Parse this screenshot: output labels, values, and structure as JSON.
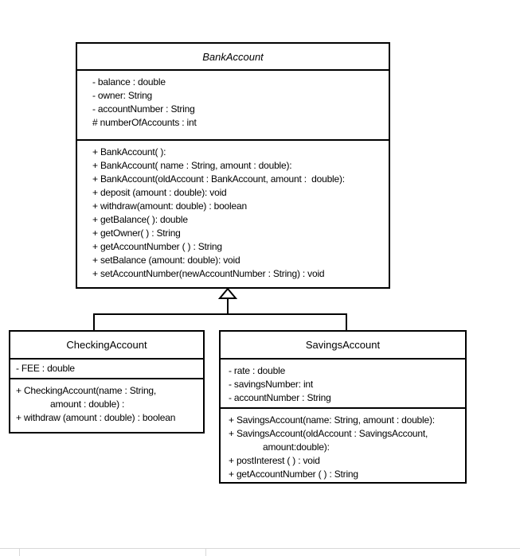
{
  "diagram": {
    "classes": {
      "bank_account": {
        "name": "BankAccount",
        "attributes": [
          "- balance : double",
          "- owner: String",
          "- accountNumber : String",
          "# numberOfAccounts : int"
        ],
        "methods": [
          "+ BankAccount( ):",
          "+ BankAccount( name : String, amount : double):",
          "+ BankAccount(oldAccount : BankAccount, amount :  double):",
          "+ deposit (amount : double): void",
          "+ withdraw(amount: double) : boolean",
          "+ getBalance( ): double",
          "+ getOwner( ) : String",
          "+ getAccountNumber ( ) : String",
          "+ setBalance (amount: double): void",
          "+ setAccountNumber(newAccountNumber : String) : void"
        ]
      },
      "checking_account": {
        "name": "CheckingAccount",
        "attributes": [
          "- FEE : double"
        ],
        "methods": [
          "+ CheckingAccount(name : String,",
          "amount : double) :",
          "+ withdraw (amount : double) : boolean"
        ]
      },
      "savings_account": {
        "name": "SavingsAccount",
        "attributes": [
          "- rate : double",
          "- savingsNumber: int",
          "- accountNumber : String"
        ],
        "methods": [
          "+ SavingsAccount(name: String, amount : double):",
          "+ SavingsAccount(oldAccount : SavingsAccount,",
          "amount:double):",
          "+ postInterest ( ) : void",
          "+ getAccountNumber ( ) : String"
        ]
      }
    },
    "relations": [
      {
        "type": "generalization",
        "from": "CheckingAccount",
        "to": "BankAccount"
      },
      {
        "type": "generalization",
        "from": "SavingsAccount",
        "to": "BankAccount"
      }
    ]
  }
}
